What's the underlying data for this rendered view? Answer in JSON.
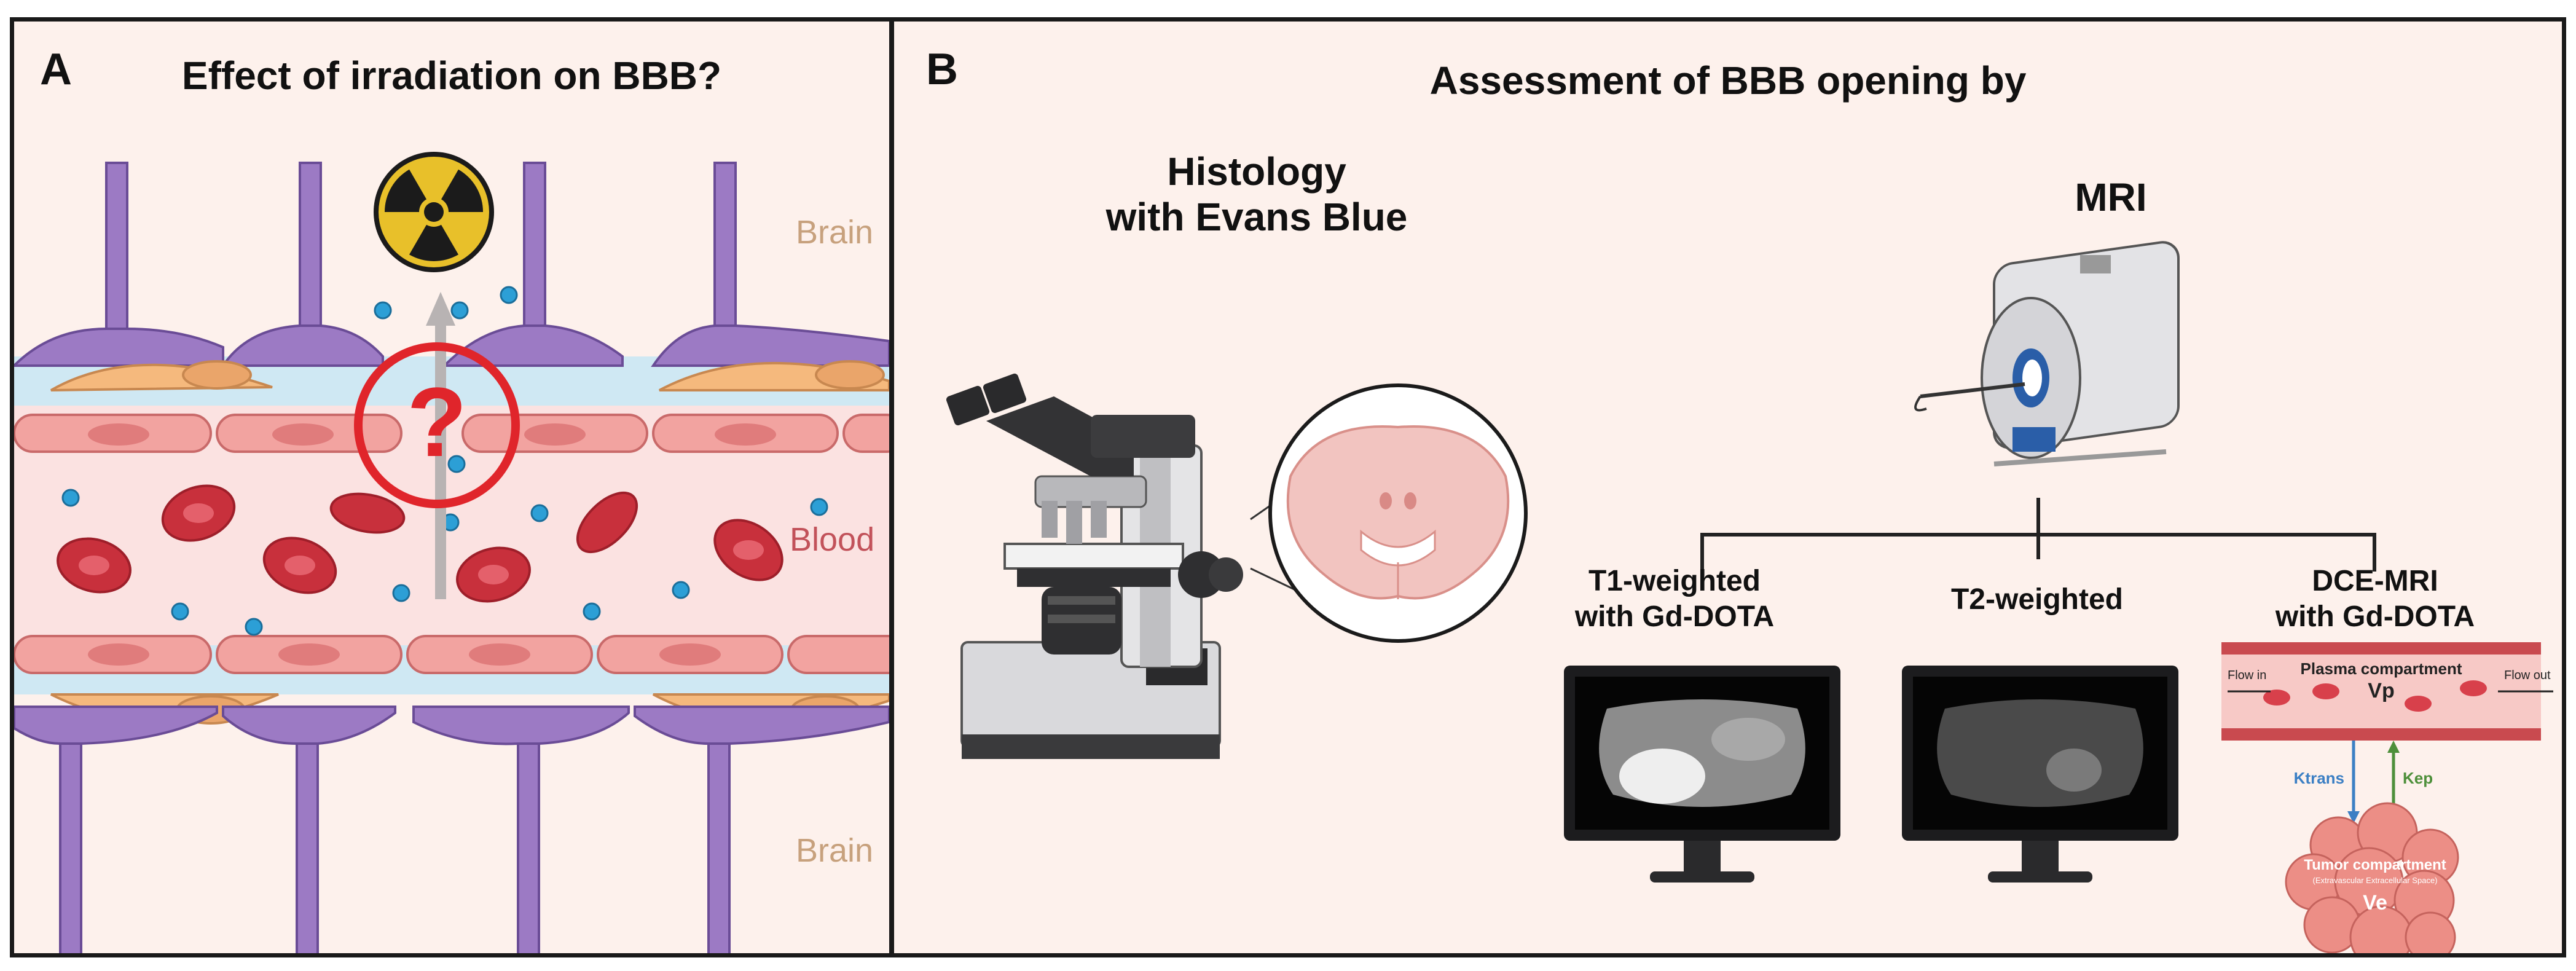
{
  "panel_a": {
    "letter": "A",
    "title": "Effect of irradiation on BBB?",
    "brain_top": "Brain",
    "blood": "Blood",
    "brain_bottom": "Brain",
    "question_mark": "?",
    "icons": [
      "radiation-icon",
      "question-circle-icon"
    ]
  },
  "panel_b": {
    "letter": "B",
    "title": "Assessment of BBB opening by",
    "histology_title": "Histology\nwith Evans Blue",
    "mri_title": "MRI",
    "t1_label": "T1-weighted\nwith Gd-DOTA",
    "t2_label": "T2-weighted",
    "dce_label": "DCE-MRI\nwith Gd-DOTA",
    "dce_diagram": {
      "flow_in": "Flow in",
      "flow_out": "Flow out",
      "plasma": "Plasma compartment",
      "vp": "Vp",
      "ktrans": "Ktrans",
      "kep": "Kep",
      "tumor": "Tumor compartment",
      "tumor_sub": "(Extravascular Extracellular Space)",
      "ve": "Ve"
    },
    "colors": {
      "ktrans": "#3b7fc4",
      "kep": "#4d8f3a"
    }
  }
}
